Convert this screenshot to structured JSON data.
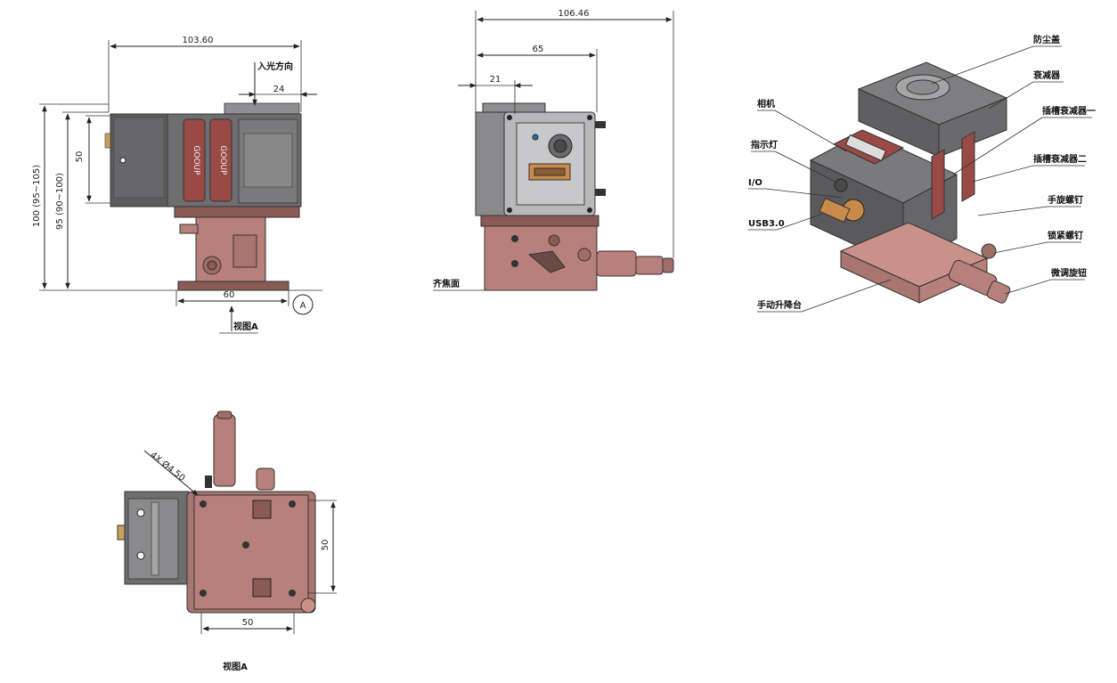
{
  "dimensions": {
    "front_width": "103.60",
    "front_offset": "24",
    "front_sensor_height": "50",
    "front_height_outer": "100 (95~105)",
    "front_height_inner": "95 (90~100)",
    "front_base_width": "60",
    "side_depth_total": "106.46",
    "side_depth_body": "65",
    "side_depth_sensor": "21",
    "bottom_hole_spec": "4X Ø4.50",
    "bottom_hole_spacing_v": "50",
    "bottom_hole_spacing_h": "50"
  },
  "labels": {
    "light_direction": "入光方向",
    "view_a_pointer": "视图A",
    "view_a_marker": "A",
    "focal_plane": "齐焦面",
    "view_a_caption": "视图A",
    "brand_text": "GOOUP"
  },
  "callouts_left": [
    "相机",
    "指示灯",
    "I/O",
    "USB3.0",
    "手动升降台"
  ],
  "callouts_right": [
    "防尘盖",
    "衰减器",
    "插槽衰减器一",
    "插槽衰减器二",
    "手旋螺钉",
    "锁紧螺钉",
    "微调旋钮"
  ],
  "colors": {
    "body_gray": "#6e6e70",
    "body_dark": "#4a4a4c",
    "panel_light": "#b8b8ba",
    "stage_rose": "#b8807a",
    "stage_dark": "#8a5a55",
    "slot_red": "#9a4a45",
    "usb_orange": "#c98a4a",
    "accent_blue": "#2a6fb5"
  }
}
